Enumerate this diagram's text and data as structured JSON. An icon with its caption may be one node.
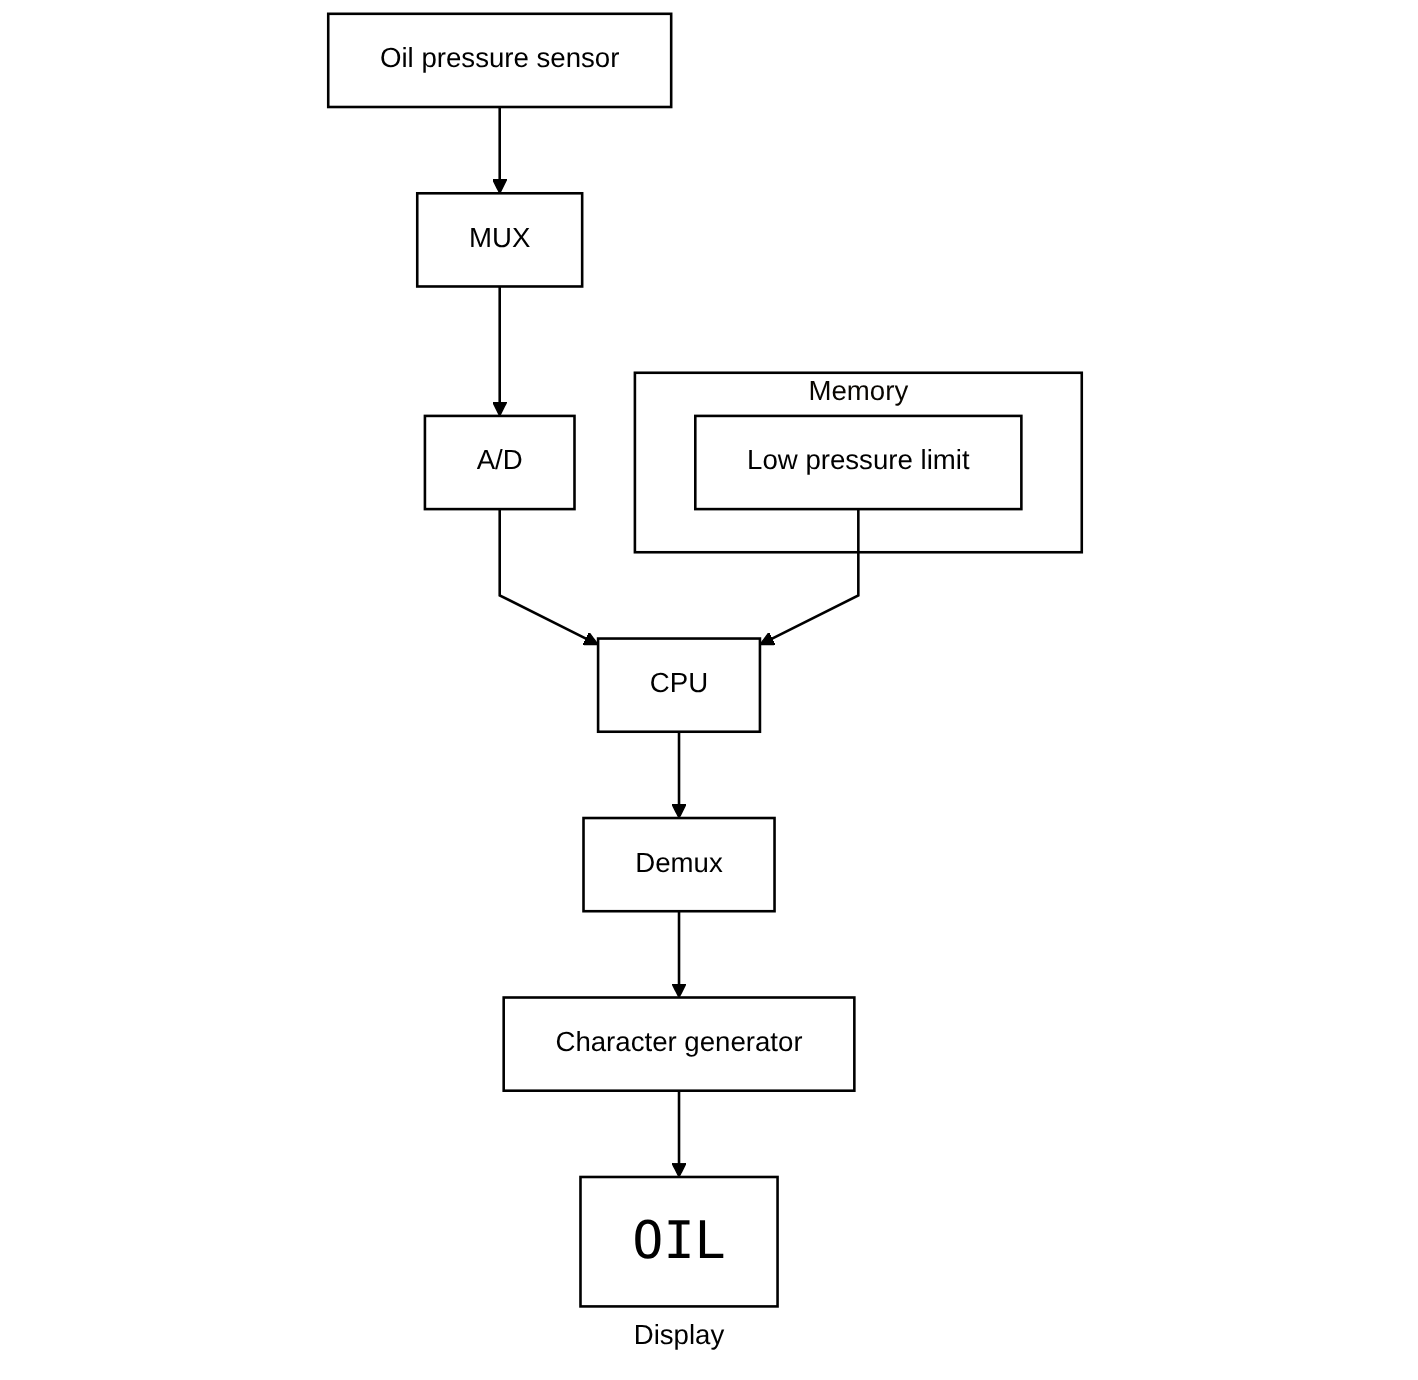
{
  "diagram": {
    "nodes": [
      {
        "text": [
          "MUX"
        ]
      },
      {
        "text": [
          "A/D"
        ]
      },
      {
        "text": [
          "CPU"
        ]
      },
      {
        "text": [
          "Memory"
        ]
      },
      {
        "text": [
          "Low pressure limit"
        ],
        "in": 3
      },
      {
        "text": [
          "Oil pressure sensor"
        ]
      },
      {
        "text": [
          "Demux"
        ]
      },
      {
        "text": [
          "Character generator"
        ]
      },
      {
        "text": [
          "OIL"
        ],
        "beside": [
          "Display"
        ]
      }
    ],
    "edges": [
      {
        "from": 5,
        "to": 0,
        "arrow": "to"
      },
      {
        "from": 0,
        "to": 1,
        "arrow": "to"
      },
      {
        "from": 1,
        "to": 2,
        "arrow": "to"
      },
      {
        "from": 4,
        "to": 2,
        "arrow": "to"
      },
      {
        "from": 2,
        "to": 6,
        "arrow": "to"
      },
      {
        "from": 6,
        "to": 7,
        "arrow": "to"
      },
      {
        "from": 7,
        "to": 8,
        "arrow": "to"
      }
    ]
  }
}
